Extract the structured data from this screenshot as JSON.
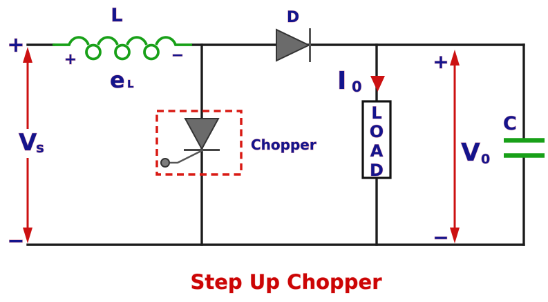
{
  "title": {
    "text": "Step Up Chopper"
  },
  "colors": {
    "navy": "#14148c",
    "red": "#cc1111",
    "dash-red": "#d91a14",
    "title-red": "#cc0505",
    "green": "#18a018",
    "wire": "#1c1c1c",
    "device-gray": "#6b6b6b",
    "device-stroke": "#333333"
  },
  "source": {
    "plus": "+",
    "minus": "−",
    "label": "V",
    "label_sub": "s"
  },
  "inductor": {
    "label": "L",
    "plus": "+",
    "minus": "−",
    "emf": "e",
    "emf_sub": "L"
  },
  "diode": {
    "label": "D"
  },
  "chopper": {
    "label": "Chopper"
  },
  "output_current": {
    "label": "I",
    "label_sub": "0"
  },
  "load": {
    "letters": [
      "L",
      "O",
      "A",
      "D"
    ]
  },
  "capacitor": {
    "label": "C"
  },
  "output": {
    "plus": "+",
    "minus": "−",
    "label": "V",
    "label_sub": "0"
  }
}
